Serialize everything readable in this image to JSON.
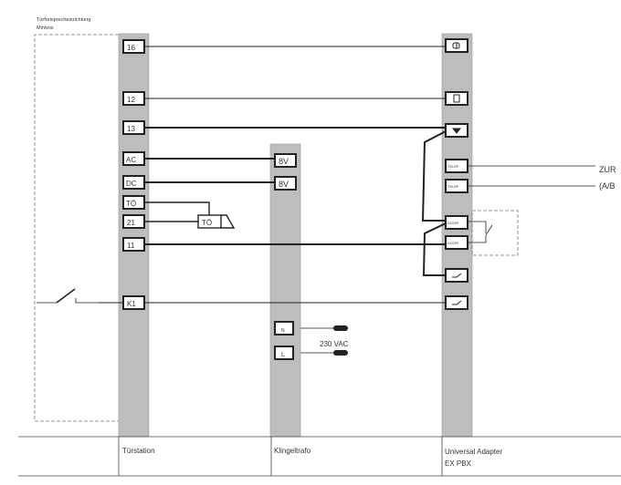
{
  "header": {
    "title_line1": "Türfreisprecheinrichtung",
    "title_line2": "Minivox"
  },
  "tuerstation": {
    "label": "Türstation",
    "terminals": [
      "16",
      "12",
      "13",
      "AC",
      "DC",
      "TÖ",
      "21",
      "11",
      "K1"
    ],
    "opener_label": "TÖ"
  },
  "klingeltrafo": {
    "label": "Klingeltrafo",
    "terminals": [
      "8V",
      "8V",
      "N",
      "L"
    ],
    "mains_label": "230 VAC"
  },
  "adapter": {
    "label_line1": "Universal Adapter",
    "label_line2": "EX PBX",
    "terminals": [
      "TELEF",
      "TELEF",
      "DOOR",
      "DOOR"
    ],
    "icons": [
      "ring-icon",
      "speaker-icon",
      "ground-icon",
      "switch-icon",
      "switch-icon"
    ]
  },
  "phone_line": {
    "line1": "ZUR",
    "line2": "(A/B"
  },
  "colors": {
    "bar": "#bdbdbd",
    "line": "#222222"
  }
}
